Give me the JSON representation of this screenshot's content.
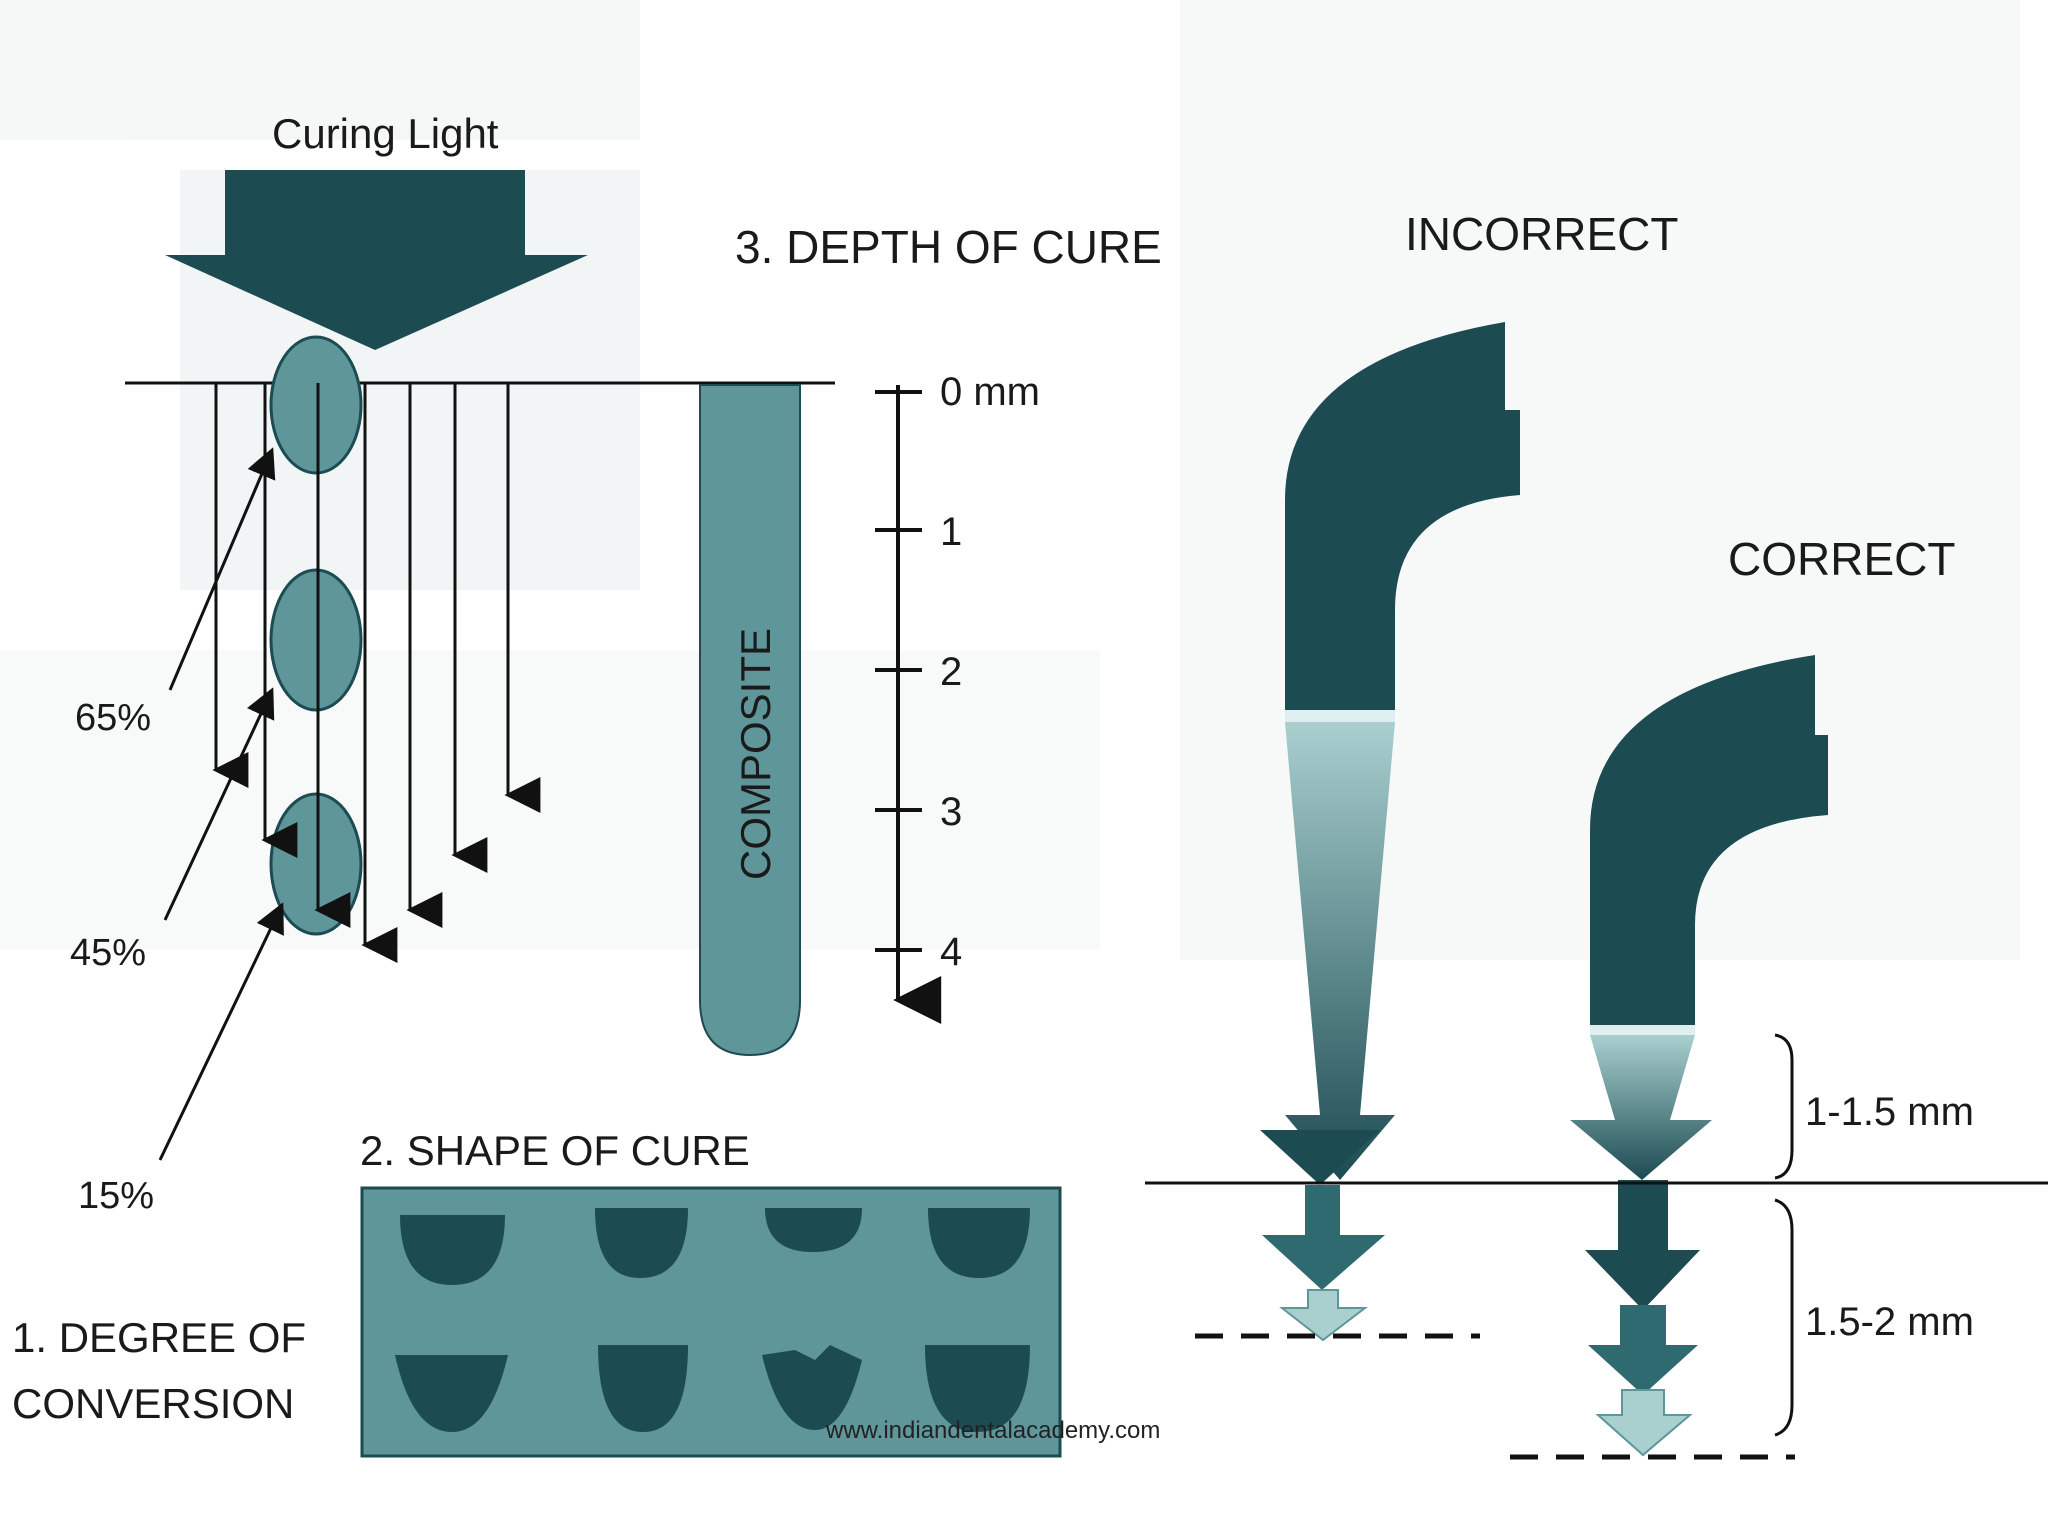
{
  "diagram": {
    "curing_light_label": "Curing Light",
    "depth_of_cure_label": "3. DEPTH OF CURE",
    "composite_label": "COMPOSITE",
    "depth_ticks": [
      "0 mm",
      "1",
      "2",
      "3",
      "4"
    ],
    "percent_labels": [
      "65%",
      "45%",
      "15%"
    ],
    "degree_label_line1": "1. DEGREE OF",
    "degree_label_line2": "CONVERSION",
    "shape_of_cure_label": "2. SHAPE OF CURE",
    "incorrect_label": "INCORRECT",
    "correct_label": "CORRECT",
    "dim_upper": "1-1.5 mm",
    "dim_lower": "1.5-2 mm",
    "watermark": "www.indiandentalacademy.com"
  },
  "colors": {
    "dark_teal": "#1c4b52",
    "mid_teal": "#5f9699",
    "light_teal": "#a9cfcf",
    "background_ghost": "#e9eeee"
  }
}
